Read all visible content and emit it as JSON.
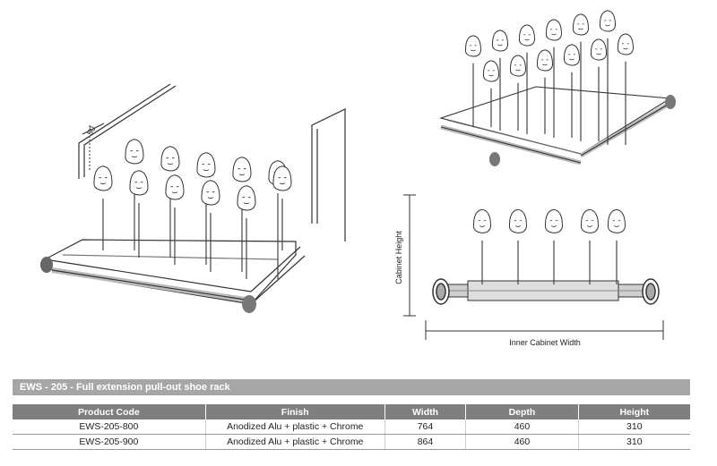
{
  "section_title": "EWS - 205 - Full extension pull-out shoe rack",
  "diagram_labels": {
    "dimension_mark": "50",
    "cabinet_height": "Cabinet Height",
    "inner_cabinet_width": "Inner Cabinet Width"
  },
  "table": {
    "headers": [
      "Product Code",
      "Finish",
      "Width",
      "Depth",
      "Height"
    ],
    "rows": [
      [
        "EWS-205-800",
        "Anodized Alu + plastic + Chrome",
        "764",
        "460",
        "310"
      ],
      [
        "EWS-205-900",
        "Anodized Alu + plastic + Chrome",
        "864",
        "460",
        "310"
      ]
    ]
  },
  "colors": {
    "title_bar": "#a6a6a6",
    "header_bg": "#7f7f7f",
    "line": "#333333"
  }
}
